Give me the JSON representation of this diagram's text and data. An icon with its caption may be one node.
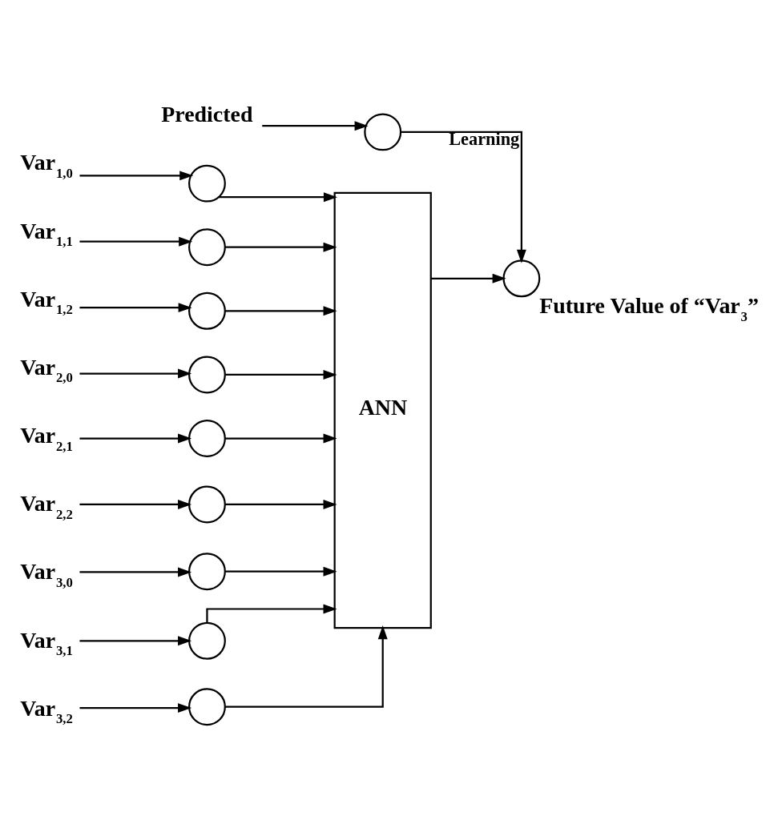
{
  "diagram": {
    "nodes": [
      {
        "text": [
          "Var$_{1,0}$"
        ]
      },
      {
        "text": [],
        "shape": "circle"
      },
      {
        "text": [
          "Var$_{1,1}$"
        ]
      },
      {
        "text": [],
        "shape": "circle"
      },
      {
        "text": [
          "Var$_{1,2}$"
        ]
      },
      {
        "text": [],
        "shape": "circle"
      },
      {
        "text": [
          "Var$_{2,0}$"
        ]
      },
      {
        "text": [],
        "shape": "circle"
      },
      {
        "text": [
          "Var$_{2,1}$"
        ]
      },
      {
        "text": [],
        "shape": "circle"
      },
      {
        "text": [
          "Var$_{2,2}$"
        ]
      },
      {
        "text": [],
        "shape": "circle"
      },
      {
        "text": [
          "Var$_{3,0}$"
        ]
      },
      {
        "text": [],
        "shape": "circle"
      },
      {
        "text": [
          "Var$_{3,1}$"
        ]
      },
      {
        "text": [],
        "shape": "circle"
      },
      {
        "text": [
          "Var$_{3,2}$"
        ]
      },
      {
        "text": [],
        "shape": "circle"
      },
      {
        "text": [
          "ANN"
        ]
      },
      {
        "text": [],
        "shape": "circle",
        "beside": [
          "Future Value of “Var$_{3}$”"
        ]
      },
      {
        "text": [
          "Predicted"
        ]
      },
      {
        "text": [],
        "shape": "circle"
      }
    ],
    "edges": [
      {
        "from": 0,
        "to": 1,
        "arrow": "to"
      },
      {
        "from": 1,
        "to": 18,
        "arrow": "to"
      },
      {
        "from": 2,
        "to": 3,
        "arrow": "to"
      },
      {
        "from": 3,
        "to": 18,
        "arrow": "to"
      },
      {
        "from": 4,
        "to": 5,
        "arrow": "to"
      },
      {
        "from": 5,
        "to": 18,
        "arrow": "to"
      },
      {
        "from": 6,
        "to": 7,
        "arrow": "to"
      },
      {
        "from": 7,
        "to": 18,
        "arrow": "to"
      },
      {
        "from": 8,
        "to": 9,
        "arrow": "to"
      },
      {
        "from": 9,
        "to": 18,
        "arrow": "to"
      },
      {
        "from": 10,
        "to": 11,
        "arrow": "to"
      },
      {
        "from": 11,
        "to": 18,
        "arrow": "to"
      },
      {
        "from": 12,
        "to": 13,
        "arrow": "to"
      },
      {
        "from": 13,
        "to": 18,
        "arrow": "to"
      },
      {
        "from": 14,
        "to": 15,
        "arrow": "to"
      },
      {
        "from": 15,
        "to": 18,
        "arrow": "to"
      },
      {
        "from": 16,
        "to": 17,
        "arrow": "to"
      },
      {
        "from": 17,
        "to": 18,
        "arrow": "to"
      },
      {
        "from": 18,
        "to": 19,
        "arrow": "to"
      },
      {
        "from": 20,
        "to": 21,
        "arrow": "to"
      },
      {
        "from": 21,
        "to": 19,
        "arrow": "to",
        "label": "Learning"
      }
    ]
  }
}
